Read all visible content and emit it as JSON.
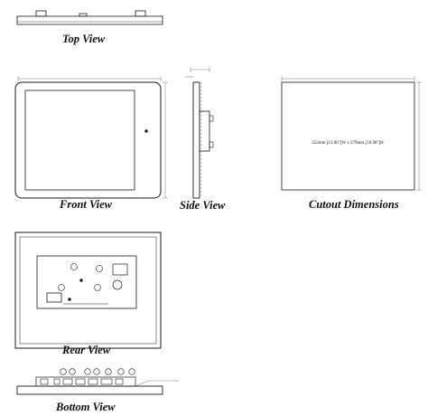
{
  "captions": {
    "top": "Top View",
    "front": "Front View",
    "side": "Side View",
    "cutout": "Cutout Dimensions",
    "rear": "Rear View",
    "bottom": "Bottom View"
  },
  "dimensions": {
    "cutout_spec": "352mm [13.86\"]W x 279mm [10.98\"]H"
  },
  "colors": {
    "line": "#1a1a1a",
    "dim": "#555555",
    "panel": "#f4f4f4"
  }
}
